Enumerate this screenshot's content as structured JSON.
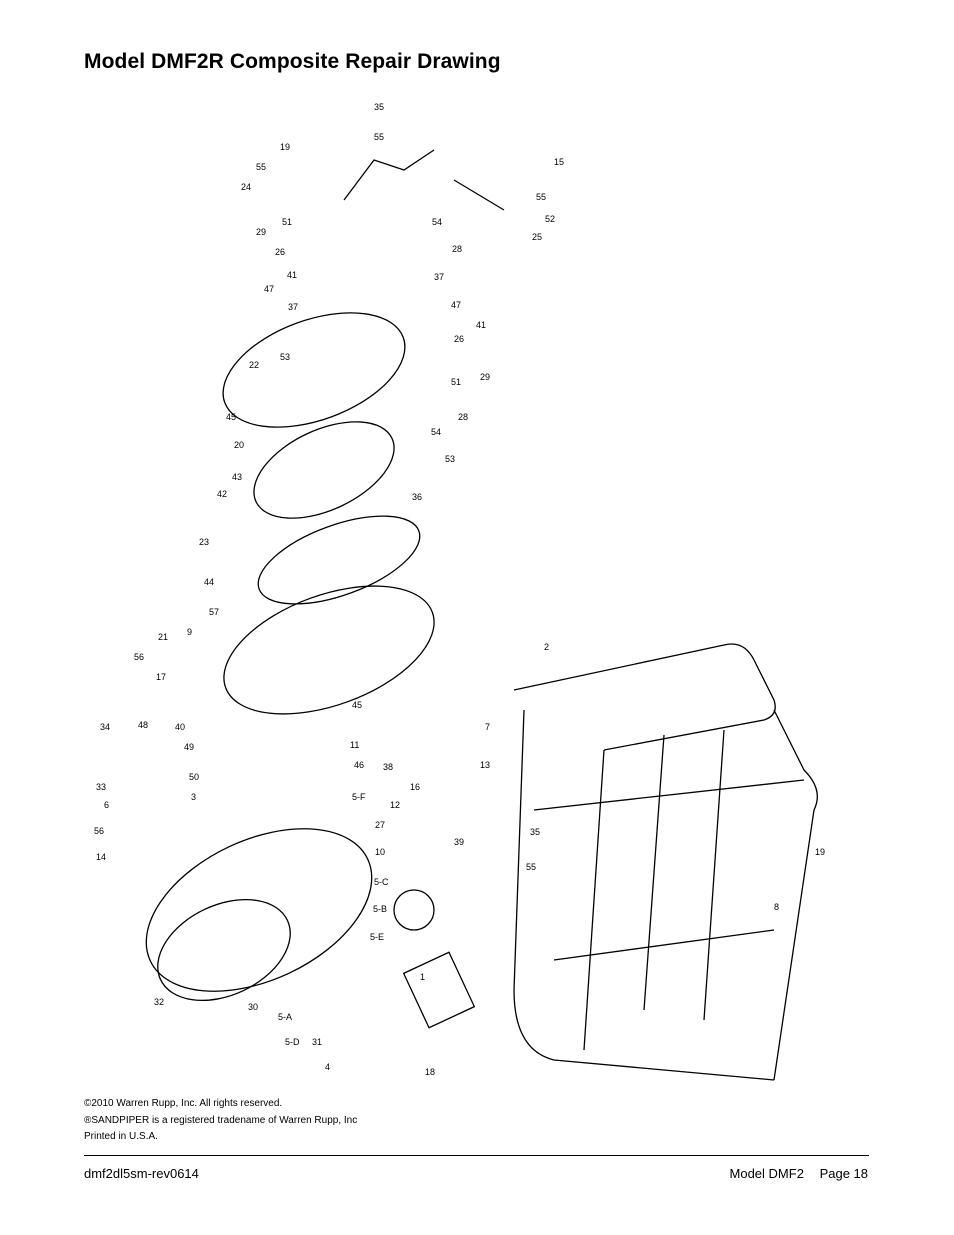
{
  "title": "Model DMF2R Composite Repair Drawing",
  "callouts": [
    "35",
    "55",
    "19",
    "55",
    "24",
    "15",
    "55",
    "52",
    "25",
    "51",
    "54",
    "28",
    "29",
    "26",
    "41",
    "47",
    "37",
    "37",
    "47",
    "41",
    "26",
    "29",
    "51",
    "28",
    "53",
    "22",
    "45",
    "54",
    "53",
    "20",
    "36",
    "43",
    "42",
    "23",
    "44",
    "57",
    "9",
    "21",
    "56",
    "17",
    "2",
    "45",
    "34",
    "48",
    "40",
    "49",
    "11",
    "46",
    "38",
    "50",
    "3",
    "7",
    "13",
    "33",
    "6",
    "56",
    "14",
    "5-F",
    "16",
    "12",
    "27",
    "39",
    "10",
    "5-C",
    "5-B",
    "5-E",
    "35",
    "55",
    "19",
    "8",
    "1",
    "32",
    "30",
    "5-A",
    "5-D",
    "31",
    "4",
    "18"
  ],
  "footer": {
    "copyright_lines": [
      "©2010 Warren Rupp, Inc. All rights reserved.",
      "®SANDPIPER is a registered tradename of Warren Rupp, Inc",
      "Printed in U.S.A."
    ],
    "doc_id": "dmf2dl5sm-rev0614",
    "model": "Model DMF2",
    "page": "Page 18"
  }
}
